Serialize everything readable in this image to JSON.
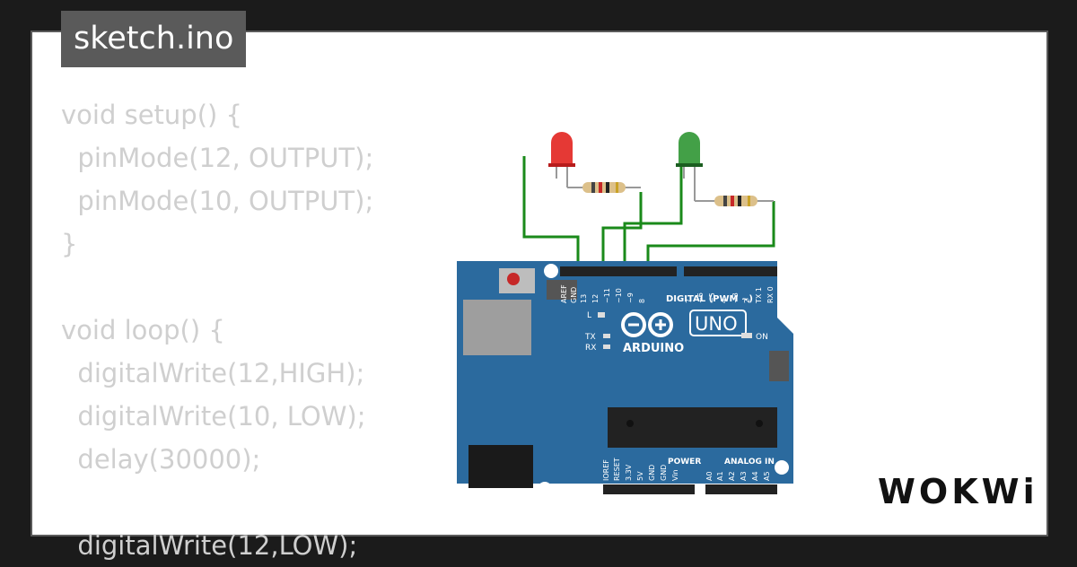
{
  "file_tab": {
    "label": "sketch.ino"
  },
  "code": {
    "lines": [
      "void setup() {",
      "  pinMode(12, OUTPUT);",
      "  pinMode(10, OUTPUT);",
      "}",
      "",
      "void loop() {",
      "  digitalWrite(12,HIGH);",
      "  digitalWrite(10, LOW);",
      "  delay(30000);",
      "",
      "  digitalWrite(12,LOW);"
    ]
  },
  "board": {
    "model": "UNO",
    "brand": "ARDUINO",
    "digital_label": "DIGITAL (PWM ~)",
    "power_label": "POWER",
    "analog_label": "ANALOG IN",
    "on_label": "ON",
    "l_label": "L",
    "tx_label": "TX",
    "rx_label": "RX",
    "top_pins": [
      "AREF",
      "GND",
      "13",
      "12",
      "~11",
      "~10",
      "~9",
      "8",
      "7",
      "~6",
      "~5",
      "4",
      "~3",
      "2",
      "TX 1",
      "RX 0"
    ],
    "bottom_pins": [
      "IOREF",
      "RESET",
      "3.3V",
      "5V",
      "GND",
      "GND",
      "Vin",
      "A0",
      "A1",
      "A2",
      "A3",
      "A4",
      "A5"
    ]
  },
  "components": {
    "led_red_color": "#e53935",
    "led_green_color": "#43a047",
    "wire_color": "#1a8a1a",
    "board_color": "#2b6a9e"
  },
  "brand_logo": {
    "text": "WOKWi"
  }
}
